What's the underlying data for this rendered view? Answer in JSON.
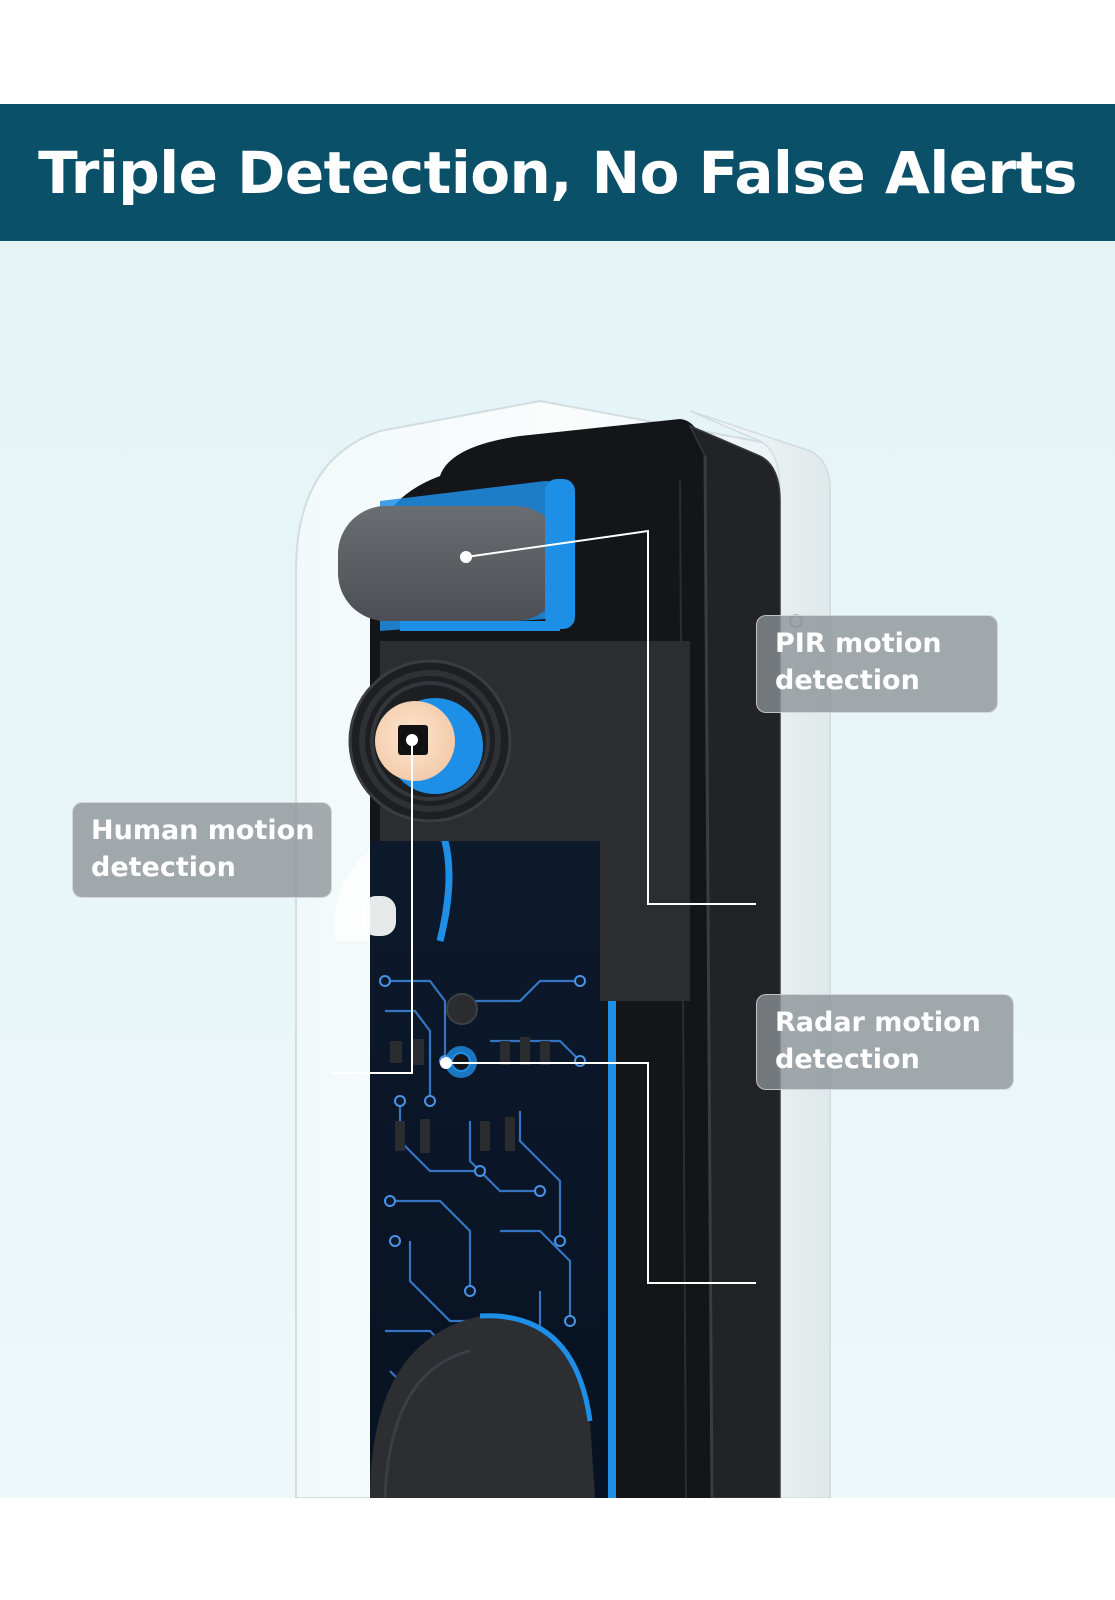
{
  "banner": {
    "title": "Triple Detection, No False Alerts",
    "background_color": "#0a5068"
  },
  "labels": {
    "pir": {
      "line1": "PIR motion",
      "line2": "detection"
    },
    "human": {
      "line1": "Human motion",
      "line2": "detection"
    },
    "radar": {
      "line1": "Radar motion",
      "line2": "detection"
    }
  },
  "colors": {
    "accent_blue": "#1e8fe6",
    "scene_background": "#e6f5f7",
    "label_fill": "#8c9296"
  }
}
